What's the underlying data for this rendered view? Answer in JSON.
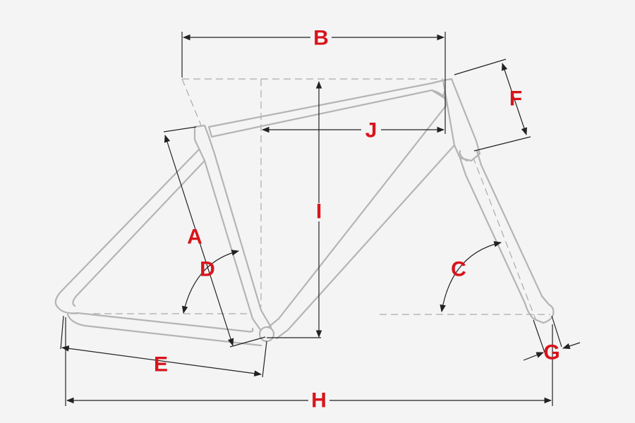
{
  "labels": {
    "A": "A",
    "B": "B",
    "C": "C",
    "D": "D",
    "E": "E",
    "F": "F",
    "G": "G",
    "H": "H",
    "I": "I",
    "J": "J"
  },
  "colors": {
    "background": "#f4f4f4",
    "frame": "#b4b4b4",
    "dimension_line": "#222222",
    "label": "#d8141b"
  }
}
